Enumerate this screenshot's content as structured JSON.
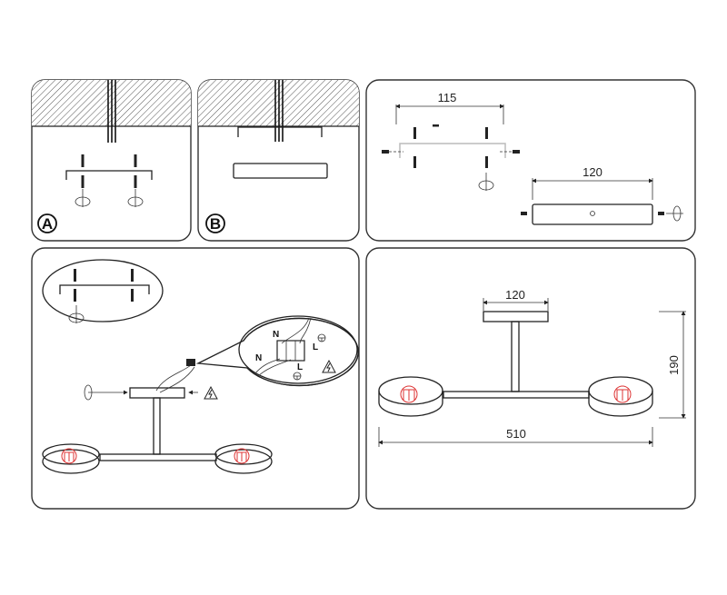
{
  "steps": {
    "a": {
      "label": "A"
    },
    "b": {
      "label": "B"
    }
  },
  "mounting": {
    "bracket_width": "115",
    "plate_width": "120"
  },
  "wiring": {
    "neutral_top": "N",
    "live_top": "L",
    "neutral_bottom": "N",
    "live_bottom": "L"
  },
  "dimensions": {
    "plate_width": "120",
    "total_width": "510",
    "height": "190"
  },
  "colors": {
    "line": "#222222",
    "bulb": "#dd3333"
  }
}
